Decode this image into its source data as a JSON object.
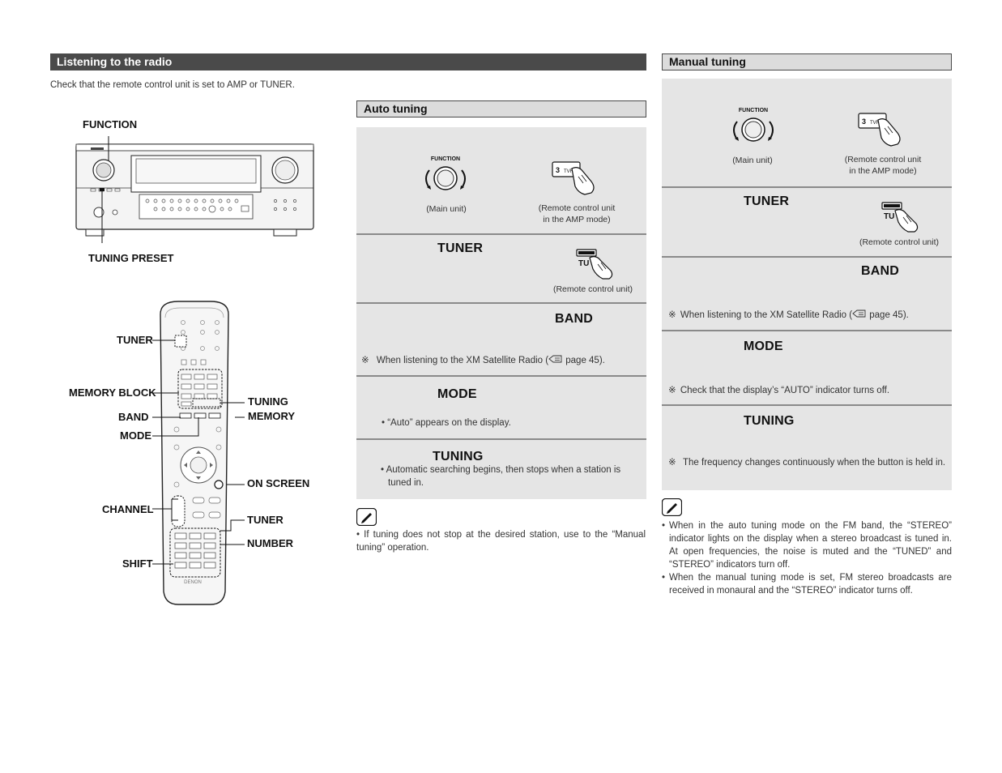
{
  "left": {
    "header": "Listening to the radio",
    "intro": "Check that the remote control unit is set to AMP or TUNER.",
    "unit_labels": {
      "function": "FUNCTION",
      "tuning_preset": "TUNING PRESET"
    },
    "remote_labels": {
      "tuner_top": "TUNER",
      "memory_block": "MEMORY BLOCK",
      "band": "BAND",
      "mode": "MODE",
      "tuning": "TUNING",
      "memory": "MEMORY",
      "on_screen": "ON SCREEN",
      "channel": "CHANNEL",
      "tuner_bottom": "TUNER",
      "number": "NUMBER",
      "shift": "SHIFT",
      "brand": "DENON"
    }
  },
  "auto": {
    "header": "Auto tuning",
    "step1": {
      "knob_label": "FUNCTION",
      "main_caption": "(Main unit)",
      "remote_caption_l1": "(Remote control unit",
      "remote_caption_l2": "in the AMP mode)",
      "key_digit": "3",
      "key_text": "TVR"
    },
    "step2": {
      "button": "TUNER",
      "key_text": "TU",
      "caption": "(Remote control unit)"
    },
    "step3": {
      "button": "BAND",
      "mark": "※",
      "note_a": "When listening to the XM Satellite Radio (",
      "note_b": " page 45)."
    },
    "step4": {
      "button": "MODE",
      "note": "• “Auto” appears on the display."
    },
    "step5": {
      "button": "TUNING",
      "note_l1": "• Automatic searching begins, then stops when a station is",
      "note_l2": "tuned in."
    },
    "tip_bullet": "•",
    "tip": "If tuning does not stop at the desired station, use to the “Manual tuning” operation."
  },
  "manual": {
    "header": "Manual tuning",
    "step1": {
      "knob_label": "FUNCTION",
      "main_caption": "(Main unit)",
      "remote_caption_l1": "(Remote control unit",
      "remote_caption_l2": "in the AMP mode)",
      "key_digit": "3",
      "key_text": "TVR"
    },
    "step2": {
      "button": "TUNER",
      "key_text": "TU",
      "caption": "(Remote control unit)"
    },
    "step3": {
      "button": "BAND",
      "mark": "※",
      "note_a": "When listening to the XM Satellite Radio (",
      "note_b": " page 45)."
    },
    "step4": {
      "button": "MODE",
      "mark": "※",
      "note": "Check that the display’s “AUTO” indicator turns off."
    },
    "step5": {
      "button": "TUNING",
      "mark": "※",
      "note": "The frequency changes continuously when the button is held in."
    },
    "tips": [
      {
        "bullet": "•",
        "text": "When in the auto tuning mode on the FM band, the “STEREO” indicator lights on the display when a stereo broadcast is tuned in. At open frequencies, the noise is muted and the “TUNED” and “STEREO” indicators turn off."
      },
      {
        "bullet": "•",
        "text": "When the manual tuning mode is set, FM stereo broadcasts are received in monaural and the “STEREO” indicator turns off."
      }
    ]
  }
}
